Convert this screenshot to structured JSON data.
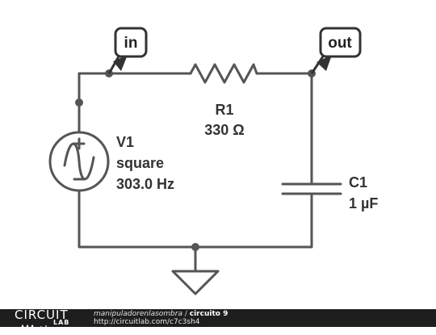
{
  "circuit": {
    "nodes": {
      "input_label": "in",
      "output_label": "out"
    },
    "resistor": {
      "name": "R1",
      "value": "330 Ω"
    },
    "source": {
      "name": "V1",
      "waveform": "square",
      "frequency": "303.0 Hz"
    },
    "capacitor": {
      "name": "C1",
      "value": "1 µF"
    }
  },
  "footer": {
    "logo_text": "CIRCUIT",
    "logo_sub": "LAB",
    "author": "manipuladorenlasombra",
    "separator": " / ",
    "title": "circuito 9",
    "url": "http://circuitlab.com/c7c3sh4"
  },
  "colors": {
    "wire": "#555555",
    "text": "#333333",
    "footer_bg": "#1e1e1e"
  }
}
